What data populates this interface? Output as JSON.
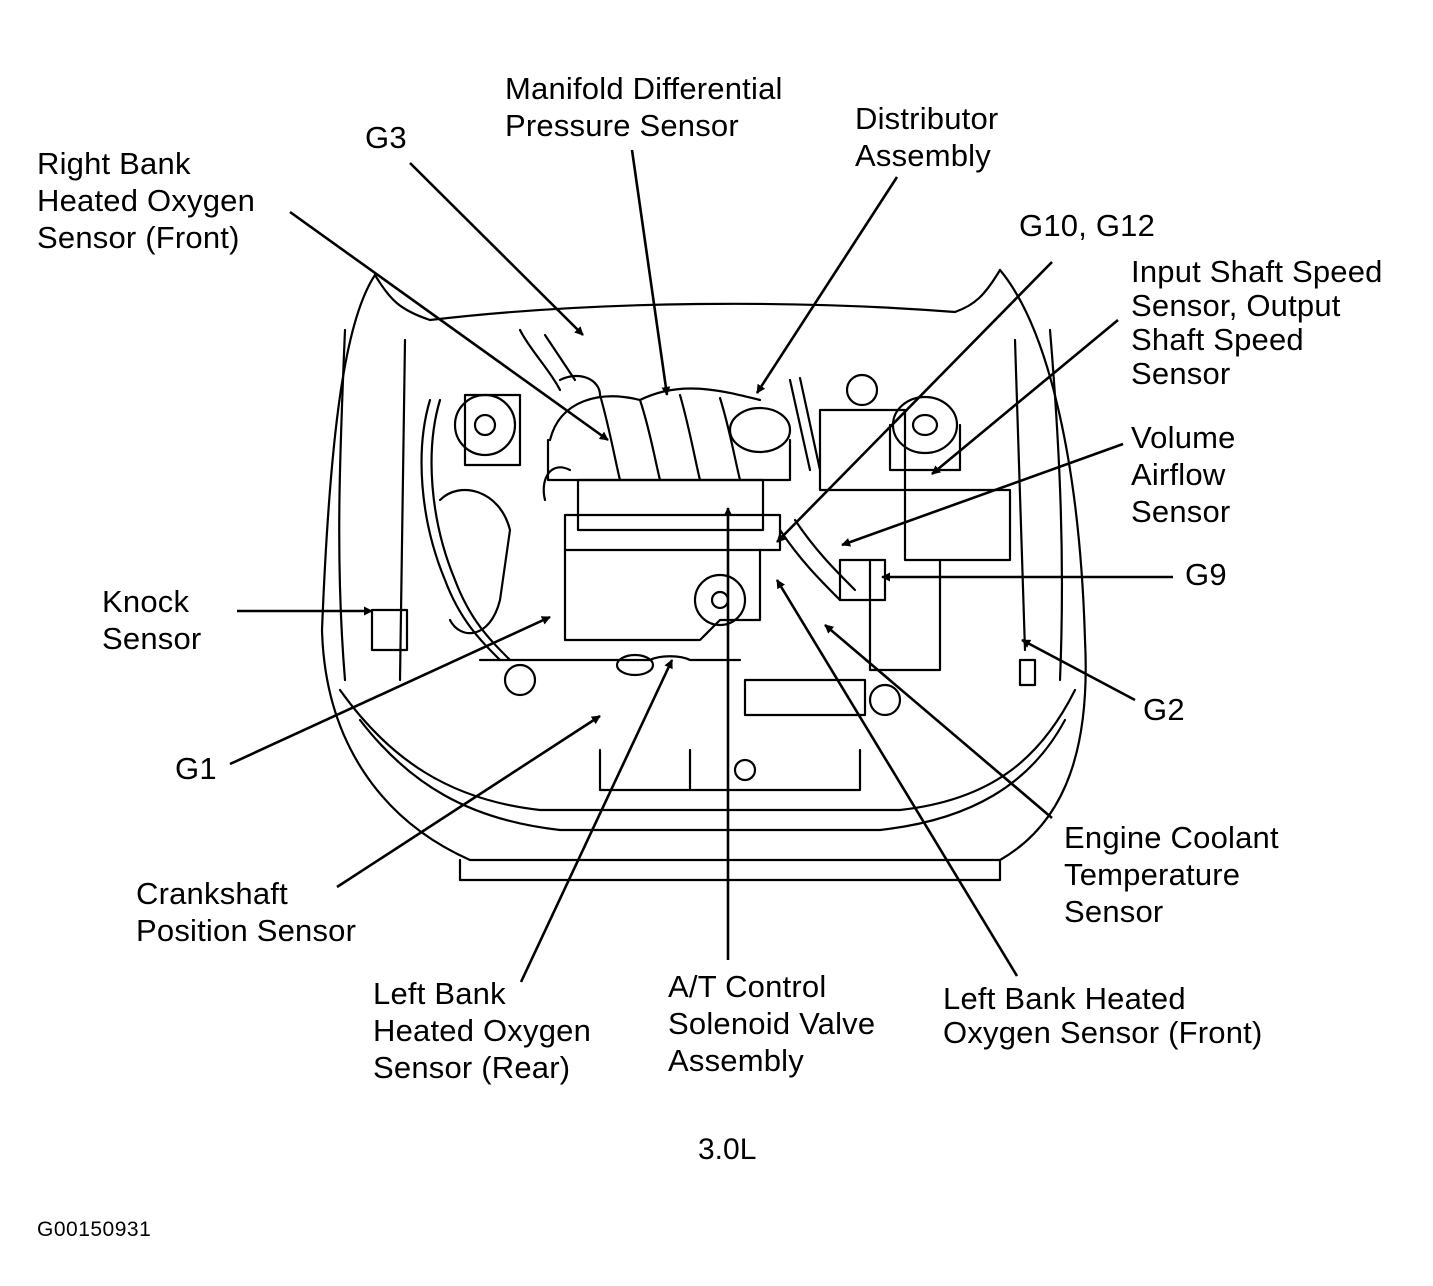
{
  "labels": {
    "right_bank_front_o2": "Right Bank\nHeated Oxygen\nSensor (Front)",
    "g3": "G3",
    "manifold_diff_pressure": "Manifold Differential\nPressure Sensor",
    "distributor": "Distributor\nAssembly",
    "g10_g12": "G10, G12",
    "shaft_speed_sensors": "Input Shaft Speed\nSensor, Output\nShaft Speed\nSensor",
    "volume_airflow": "Volume\nAirflow\nSensor",
    "g9": "G9",
    "g2": "G2",
    "knock_sensor": "Knock\nSensor",
    "g1": "G1",
    "crankshaft_position": "Crankshaft\nPosition Sensor",
    "left_bank_rear_o2": "Left Bank\nHeated Oxygen\nSensor (Rear)",
    "at_control_solenoid": "A/T Control\nSolenoid Valve\nAssembly",
    "left_bank_front_o2": "Left Bank Heated\nOxygen Sensor (Front)",
    "engine_coolant_temp": "Engine Coolant\nTemperature\nSensor"
  },
  "caption": "3.0L",
  "figure_id": "G00150931"
}
